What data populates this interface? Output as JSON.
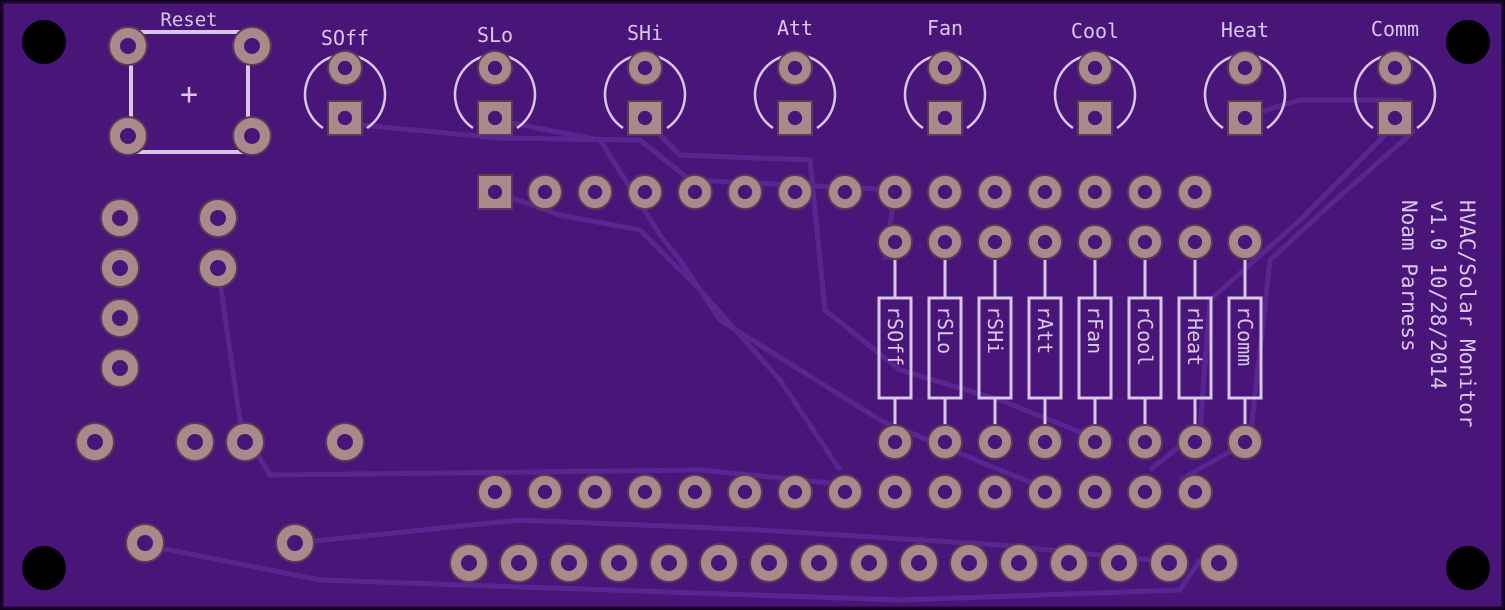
{
  "colors": {
    "board": "#4a1578",
    "trace": "#5a2590",
    "pad": "#a98a8a",
    "pad_ring": "#5a3a56",
    "silk": "#d8c8e8",
    "hole": "#000000",
    "edge": "#1a0530"
  },
  "reset": {
    "label": "Reset",
    "symbol": "+"
  },
  "leds": [
    {
      "label": "SOff"
    },
    {
      "label": "SLo"
    },
    {
      "label": "SHi"
    },
    {
      "label": "Att"
    },
    {
      "label": "Fan"
    },
    {
      "label": "Cool"
    },
    {
      "label": "Heat"
    },
    {
      "label": "Comm"
    }
  ],
  "resistors": [
    {
      "label": "rSOff"
    },
    {
      "label": "rSLo"
    },
    {
      "label": "rSHi"
    },
    {
      "label": "rAtt"
    },
    {
      "label": "rFan"
    },
    {
      "label": "rCool"
    },
    {
      "label": "rHeat"
    },
    {
      "label": "rComm"
    }
  ],
  "info": {
    "title": "HVAC/Solar Monitor",
    "version": "v1.0 10/28/2014",
    "author": "Noam Parness"
  }
}
